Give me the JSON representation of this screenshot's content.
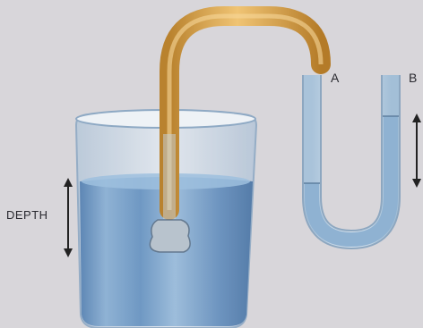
{
  "labels": {
    "depth": "DEPTH",
    "a": "A",
    "b": "B"
  },
  "colors": {
    "paper": "#d8d6da",
    "water": "#7fa4c9",
    "water_dark": "#5f86b2",
    "glass_edge": "#8ea9c4",
    "rubber_tube": "#d9a24a",
    "u_tube_liquid": "#9fbfd8",
    "arrow": "#222222"
  }
}
